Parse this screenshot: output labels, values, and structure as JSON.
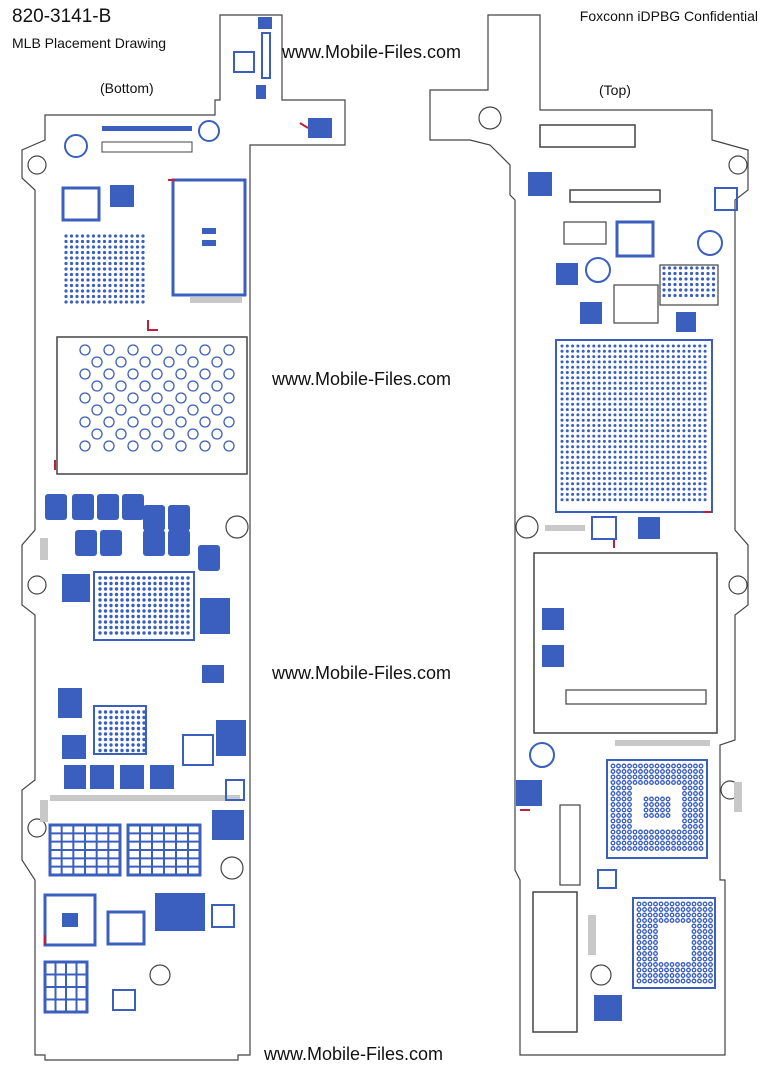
{
  "header": {
    "board_number": "820-3141-B",
    "drawing_title": "MLB Placement Drawing",
    "confidential": "Foxconn iDPBG Confidential"
  },
  "views": {
    "bottom_label": "(Bottom)",
    "top_label": "(Top)"
  },
  "watermarks": [
    "www.Mobile-Files.com",
    "www.Mobile-Files.com",
    "www.Mobile-Files.com",
    "www.Mobile-Files.com"
  ],
  "colors": {
    "component_fill": "#3a5fbf",
    "component_outline": "#2f4fa8",
    "board_outline": "#444444",
    "marker_red": "#c0203a",
    "pad_grey": "#c8c8c8"
  }
}
